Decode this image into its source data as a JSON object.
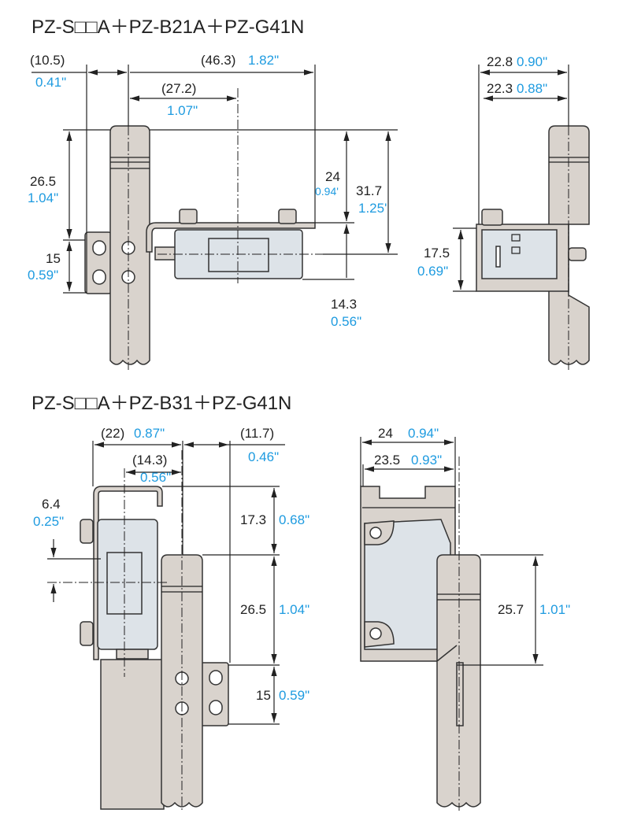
{
  "diagram1": {
    "title": "PZ-S□□A＋PZ-B21A＋PZ-G41N",
    "front": {
      "dim_10_5": "(10.5)",
      "dim_10_5_in": "0.41\"",
      "dim_46_3": "(46.3)",
      "dim_46_3_in": "1.82\"",
      "dim_27_2": "(27.2)",
      "dim_27_2_in": "1.07\"",
      "dim_26_5": "26.5",
      "dim_26_5_in": "1.04\"",
      "dim_15": "15",
      "dim_15_in": "0.59\"",
      "dim_24": "24",
      "dim_24_in": "0.94'",
      "dim_31_7": "31.7",
      "dim_31_7_in": "1.25'",
      "dim_14_3": "14.3",
      "dim_14_3_in": "0.56\""
    },
    "side": {
      "dim_22_8": "22.8",
      "dim_22_8_in": "0.90\"",
      "dim_22_3": "22.3",
      "dim_22_3_in": "0.88\"",
      "dim_17_5": "17.5",
      "dim_17_5_in": "0.69\""
    }
  },
  "diagram2": {
    "title": "PZ-S□□A＋PZ-B31＋PZ-G41N",
    "front": {
      "dim_22": "(22)",
      "dim_22_in": "0.87\"",
      "dim_11_7": "(11.7)",
      "dim_11_7_in": "0.46\"",
      "dim_14_3": "(14.3)",
      "dim_14_3_in": "0.56\"",
      "dim_6_4": "6.4",
      "dim_6_4_in": "0.25\"",
      "dim_17_3": "17.3",
      "dim_17_3_in": "0.68\"",
      "dim_26_5": "26.5",
      "dim_26_5_in": "1.04\"",
      "dim_15": "15",
      "dim_15_in": "0.59\""
    },
    "side": {
      "dim_24": "24",
      "dim_24_in": "0.94\"",
      "dim_23_5": "23.5",
      "dim_23_5_in": "0.93\"",
      "dim_25_7": "25.7",
      "dim_25_7_in": "1.01\""
    }
  }
}
